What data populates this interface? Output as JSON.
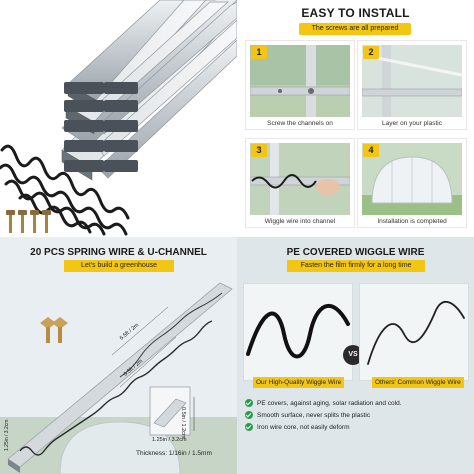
{
  "panel_install": {
    "title": "EASY TO INSTALL",
    "subtitle": "The screws are all prepared",
    "steps": [
      {
        "number": "1",
        "caption": "Screw the channels on"
      },
      {
        "number": "2",
        "caption": "Layer on your plastic"
      },
      {
        "number": "3",
        "caption": "Wiggle wire into channel"
      },
      {
        "number": "4",
        "caption": "Installation is completed"
      }
    ]
  },
  "panel_contents": {
    "title": "20 PCS SPRING WIRE & U-CHANNEL",
    "subtitle": "Let's build a greenhouse",
    "dim_wire_length": "6.5ft / 2m",
    "dim_channel_length": "6.5ft / 2m",
    "dim_channel_width": "1.25in / 3.2cm",
    "dim_channel_height": "0.5in / 1.2cm",
    "dim_end_width": "1.25in / 3.2cm",
    "thickness": "Thickness: 1/16in / 1.5mm"
  },
  "panel_compare": {
    "title": "PE COVERED WIGGLE WIRE",
    "subtitle": "Fasten the film firmly for a long time",
    "ours_label": "Our High-Quality Wiggle Wire",
    "vs": "VS",
    "others_label": "Others' Common Wiggle Wire",
    "bullets": [
      "PE covers, against aging, solar radiation and cold.",
      "Smooth surface, never splits the plastic",
      "Iron wire core, not easily deform"
    ]
  },
  "colors": {
    "accent": "#f3c614",
    "aluminum": "#c9ced3",
    "wire": "#1b1b1b",
    "check": "#2e9a4b"
  },
  "icons": [
    "check-icon",
    "screw-icon",
    "step-number-badge"
  ]
}
